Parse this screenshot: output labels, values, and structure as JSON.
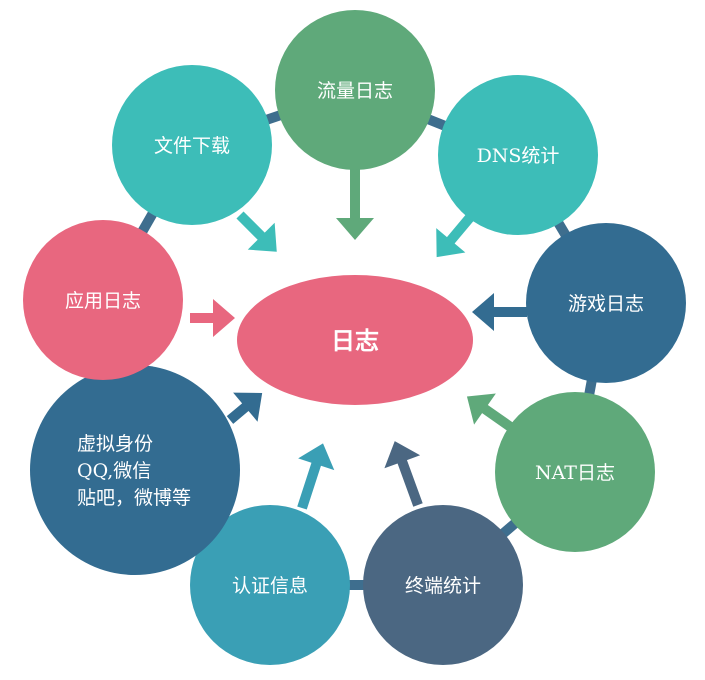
{
  "center": {
    "label": "日志",
    "color": "#E8677F"
  },
  "nodes": [
    {
      "id": "traffic-log",
      "label": "流量日志",
      "color": "#5FA97A"
    },
    {
      "id": "dns-stats",
      "label": "DNS统计",
      "color": "#3DBDB8"
    },
    {
      "id": "game-log",
      "label": "游戏日志",
      "color": "#336C91"
    },
    {
      "id": "nat-log",
      "label": "NAT日志",
      "color": "#5FA97A"
    },
    {
      "id": "terminal-stats",
      "label": "终端统计",
      "color": "#4B6782"
    },
    {
      "id": "auth-info",
      "label": "认证信息",
      "color": "#3A9FB5"
    },
    {
      "id": "virtual-identity",
      "label": [
        "虚拟身份",
        "QQ,微信",
        "贴吧，微博等"
      ],
      "color": "#336C91"
    },
    {
      "id": "app-log",
      "label": "应用日志",
      "color": "#E8677F"
    },
    {
      "id": "file-download",
      "label": "文件下载",
      "color": "#3DBDB8"
    }
  ],
  "ring_color": "#3E6E8E"
}
